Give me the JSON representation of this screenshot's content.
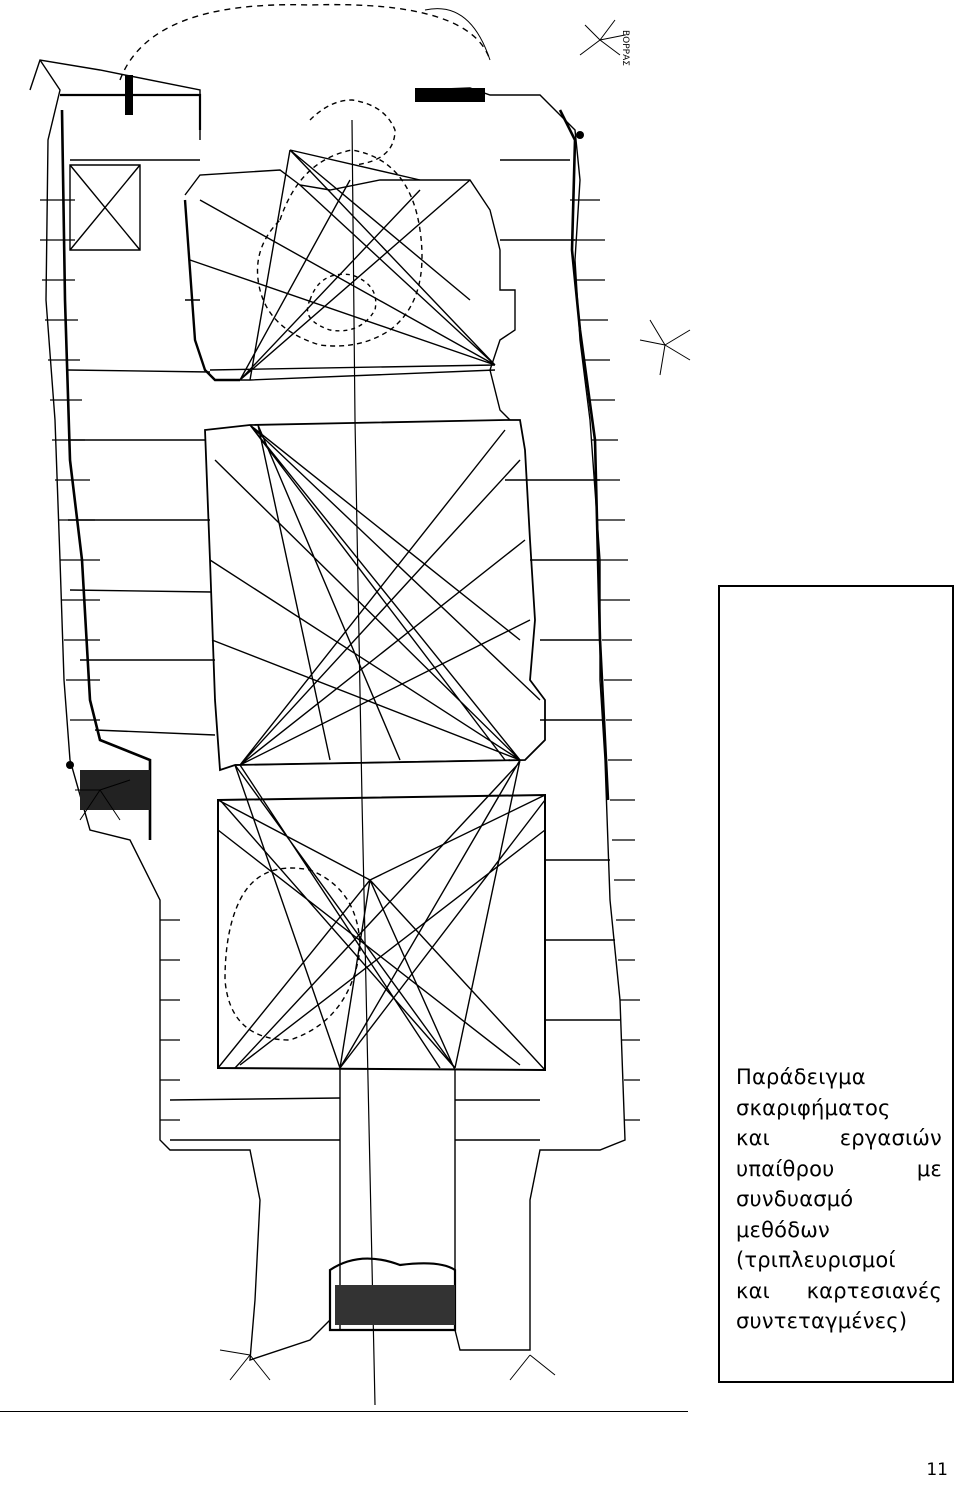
{
  "figure": {
    "description_icon": "survey-sketch-drawing",
    "north_label": "ΒΟΡΡΑΣ"
  },
  "caption": {
    "lines": [
      {
        "left": "Παράδειγμα",
        "right": ""
      },
      {
        "left": "σκαριφήματος",
        "right": ""
      },
      {
        "left": "και",
        "right": "εργασιών"
      },
      {
        "left": "υπαίθρου",
        "right": "με"
      },
      {
        "left": "συνδυασμό",
        "right": ""
      },
      {
        "left": "μεθόδων",
        "right": ""
      },
      {
        "left": "(τριπλευρισμοί",
        "right": ""
      },
      {
        "left": "και",
        "right": "καρτεσιανές"
      },
      {
        "left": "συντεταγμένες)",
        "right": ""
      }
    ]
  },
  "page": {
    "number": "11"
  }
}
